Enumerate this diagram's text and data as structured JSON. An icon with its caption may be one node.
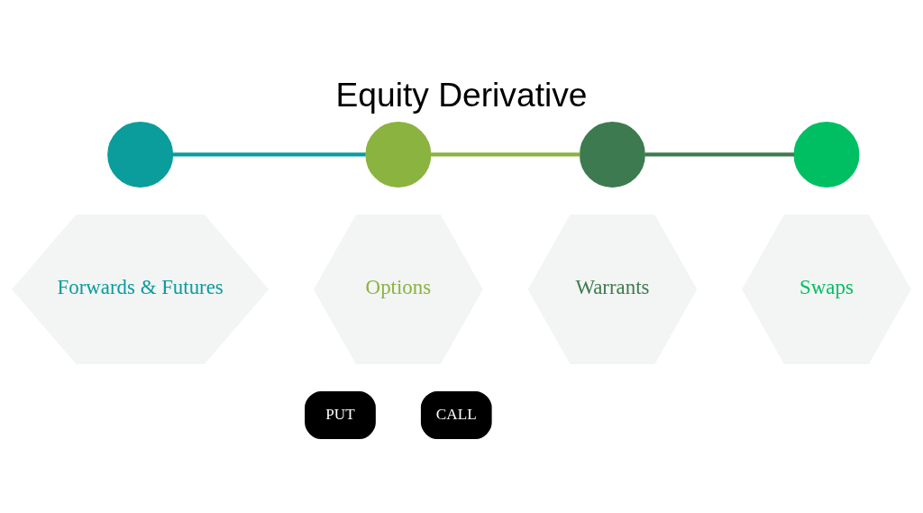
{
  "diagram": {
    "title": "Equity Derivative",
    "nodes": [
      {
        "text": [],
        "shape": "circle"
      },
      {
        "text": [],
        "shape": "circle"
      },
      {
        "text": [],
        "shape": "circle"
      },
      {
        "text": [],
        "shape": "circle"
      },
      {
        "text": [
          "Forwards & Futures"
        ]
      },
      {
        "text": [
          "Options"
        ]
      },
      {
        "text": [
          "Warrants"
        ]
      },
      {
        "text": [
          "Swaps"
        ]
      }
    ],
    "edges": [
      {
        "from": 0,
        "to": 1,
        "arrow": "none",
        "color": "#0b9c9c"
      },
      {
        "from": 1,
        "to": 2,
        "arrow": "none",
        "color": "#8ab33f"
      },
      {
        "from": 2,
        "to": 3,
        "arrow": "none",
        "color": "#3d7a50"
      }
    ],
    "labels": [
      "PUT",
      "CALL"
    ]
  }
}
